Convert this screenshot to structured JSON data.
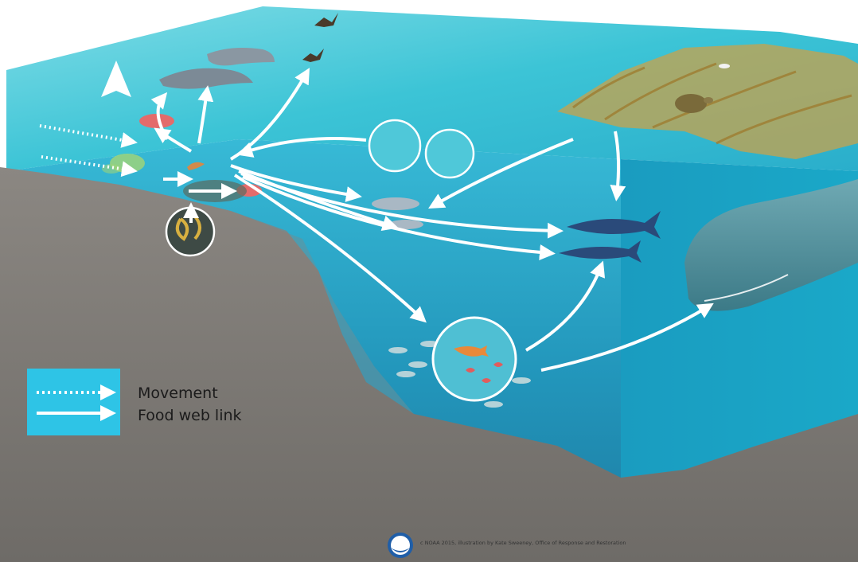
{
  "legend": {
    "movement_label": "Movement",
    "food_web_label": "Food web link"
  },
  "credit": "c NOAA 2015, illustration by Kate Sweeney, Office of Response and Restoration",
  "logo": {
    "text": "NOAA"
  },
  "colors": {
    "water_surface": "#3fc7d9",
    "water_deep": "#1b8bb5",
    "seafloor": "#7d7a75",
    "sargassum": "#c9a24a",
    "arrow": "#ffffff",
    "legend_bg": "#2ec4e6"
  },
  "icons": [
    "seabird-icon",
    "dolphin-icon",
    "sea-turtle-icon",
    "sperm-whale-icon",
    "tuna-icon",
    "snapper-icon",
    "squid-icon",
    "shrimp-icon",
    "plankton-icon",
    "eel-larvae-icon"
  ]
}
